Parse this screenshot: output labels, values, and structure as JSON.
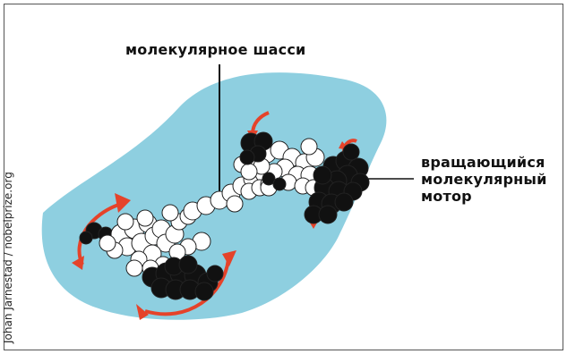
{
  "labels": {
    "chassis": "молекулярное шасси",
    "motor_line1": "вращающийся",
    "motor_line2": "молекулярный",
    "motor_line3": "мотор"
  },
  "credit": "Johan Jarnestad / nobelprize.org",
  "colors": {
    "car_body": "#8ecfe0",
    "arrow": "#e5432a",
    "atom_dark": "#111111",
    "atom_light": "#ffffff"
  }
}
